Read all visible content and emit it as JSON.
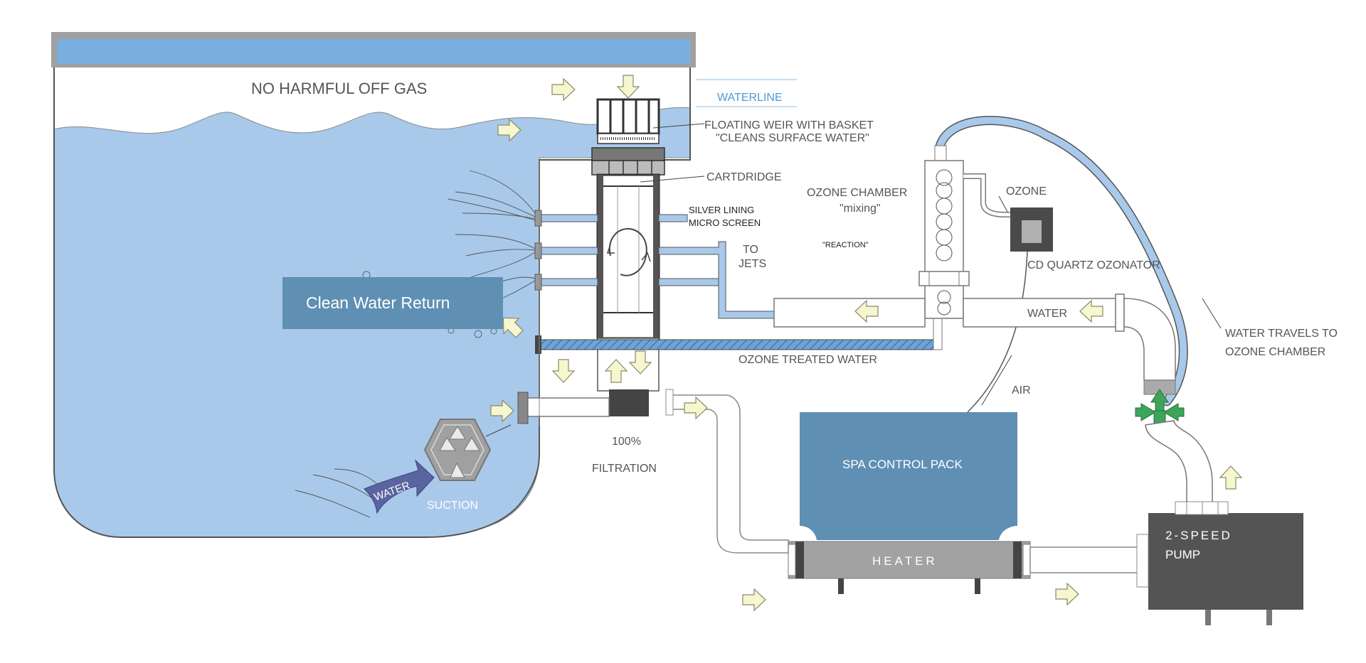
{
  "labels": {
    "no_off_gas": "NO HARMFUL OFF GAS",
    "waterline": "WATERLINE",
    "weir_line1": "FLOATING WEIR WITH BASKET",
    "weir_line2": "\"CLEANS SURFACE WATER\"",
    "cartridge": "CARTDRIDGE",
    "silver_line1": "SILVER LINING",
    "silver_line2": "MICRO SCREEN",
    "to_jets_line1": "TO",
    "to_jets_line2": "JETS",
    "ozone_chamber_line1": "OZONE CHAMBER",
    "ozone_chamber_line2": "\"mixing\"",
    "reaction": "\"REACTION\"",
    "ozone": "OZONE",
    "cd_quartz": "CD QUARTZ OZONATOR",
    "clean_water_return": "Clean Water Return",
    "water": "WATER",
    "water_travels_line1": "WATER TRAVELS TO",
    "water_travels_line2": "OZONE CHAMBER",
    "ozone_treated_water": "OZONE TREATED WATER",
    "air": "AIR",
    "filtration_pct": "100%",
    "filtration": "FILTRATION",
    "spa_control_pack": "SPA CONTROL PACK",
    "heater": "HEATER",
    "pump_line1": "2-SPEED",
    "pump_line2": "PUMP",
    "water_arrow": "WATER",
    "suction": "SUCTION"
  },
  "colors": {
    "water": "#a9c9ea",
    "water_band": "#7aaedf",
    "panel_blue": "#5f8fb3",
    "pump": "#545454",
    "arrow_fill": "#f6f6cf",
    "arrow_stroke": "#8a8a6a",
    "green_valve": "#3da55a",
    "waterline_text": "#4a9bd8"
  },
  "icons": {
    "flow_arrow": "arrow-icon",
    "rotation": "rotation-arrows-icon",
    "suction": "suction-hexagon-icon",
    "valve": "three-way-valve-icon"
  }
}
